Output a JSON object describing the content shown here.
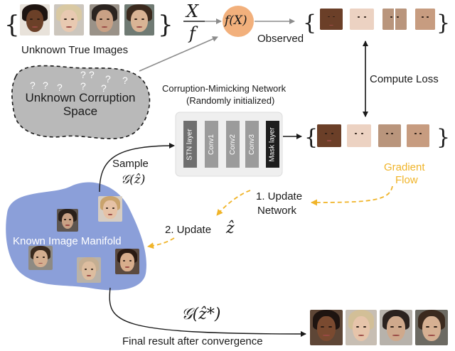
{
  "labels": {
    "unknown_true_images": "Unknown True Images",
    "unknown_corruption_space": "Unknown Corruption\nSpace",
    "question_marks": "?",
    "frac_numerator": "X",
    "frac_denominator": "f",
    "f_of_x": "f(X)",
    "observed": "Observed",
    "compute_loss": "Compute Loss",
    "network_title_line1": "Corruption-Mimicking Network",
    "network_title_line2": "(Randomly initialized)",
    "gradient_flow_line1": "Gradient",
    "gradient_flow_line2": "Flow",
    "update_network_line1": "1. Update",
    "update_network_line2": "Network",
    "update_z": "2. Update",
    "z_hat": "ẑ",
    "sample": "Sample",
    "g_of_zhat": "𝒢(ẑ)",
    "known_image_manifold": "Known Image Manifold",
    "g_of_zstar": "𝒢(ẑ*)",
    "final_result": "Final result after convergence"
  },
  "network_layers": [
    "STN layer",
    "Conv1",
    "Conv2",
    "Conv3",
    "Mask layer"
  ],
  "colors": {
    "circle_fill": "#f2b07c",
    "corruption_fill": "#b9b9b9",
    "manifold_fill": "#8b9fd9",
    "gradient_arrow": "#f0b429",
    "gradient_text": "#f0b429",
    "network_bg": "#efefef",
    "stn": "#6f6f6f",
    "conv": "#9b9b9b",
    "mask": "#1d1d1d",
    "arrow_gray": "#8c8c8c",
    "manifold_text": "#ffffff"
  },
  "icons": [
    "face-thumbnail"
  ]
}
